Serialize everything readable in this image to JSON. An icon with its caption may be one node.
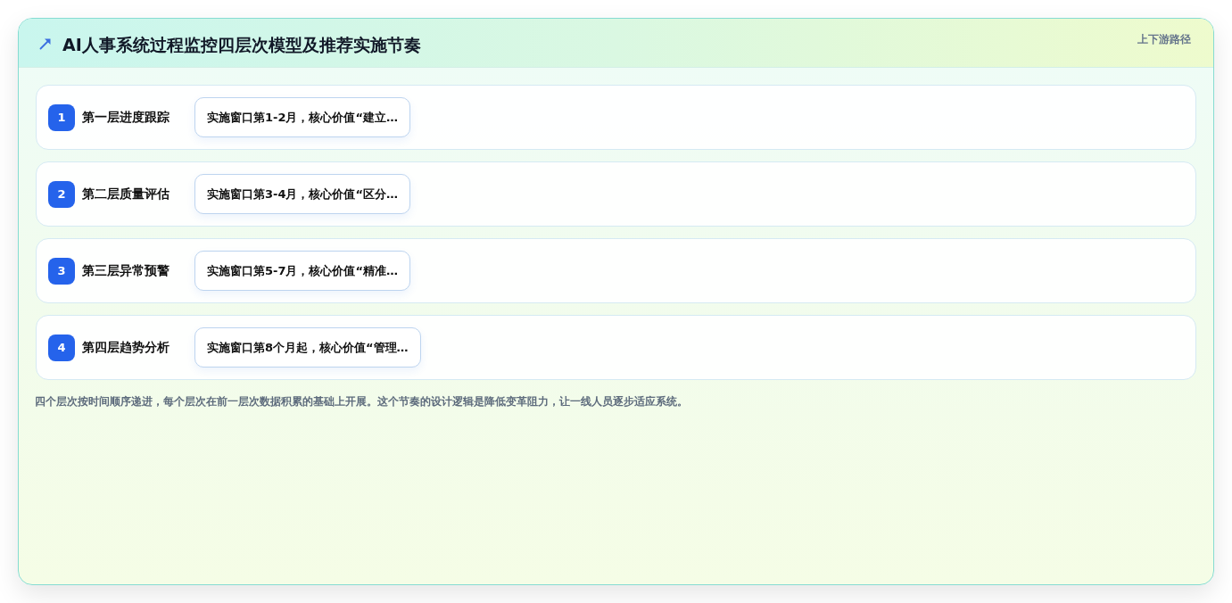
{
  "diagram": {
    "title": "AI人事系统过程监控四层次模型及推荐实施节奏",
    "nodes": [
      {
        "text": [
          "第一层进度跟踪"
        ]
      },
      {
        "text": [
          "1"
        ],
        "in": 0
      },
      {
        "text": [
          "实施窗口第1-2月，核心价值“建立…"
        ],
        "in": 0
      },
      {
        "text": [
          "第二层质量评估"
        ]
      },
      {
        "text": [
          "2"
        ],
        "in": 3
      },
      {
        "text": [
          "实施窗口第3-4月，核心价值“区分…"
        ],
        "in": 3
      },
      {
        "text": [
          "第三层异常预警"
        ]
      },
      {
        "text": [
          "3"
        ],
        "in": 6
      },
      {
        "text": [
          "实施窗口第5-7月，核心价值“精准…"
        ],
        "in": 6
      },
      {
        "text": [
          "第四层趋势分析"
        ]
      },
      {
        "text": [
          "4"
        ],
        "in": 9
      },
      {
        "text": [
          "实施窗口第8个月起，核心价值“管理…"
        ],
        "in": 9
      }
    ],
    "labels": [
      "上下游路径"
    ],
    "caption": "四个层次按时间顺序递进，每个层次在前一层次数据积累的基础上开展。这个节奏的设计逻辑是降低变革阻力，让一线人员逐步适应系统。"
  }
}
